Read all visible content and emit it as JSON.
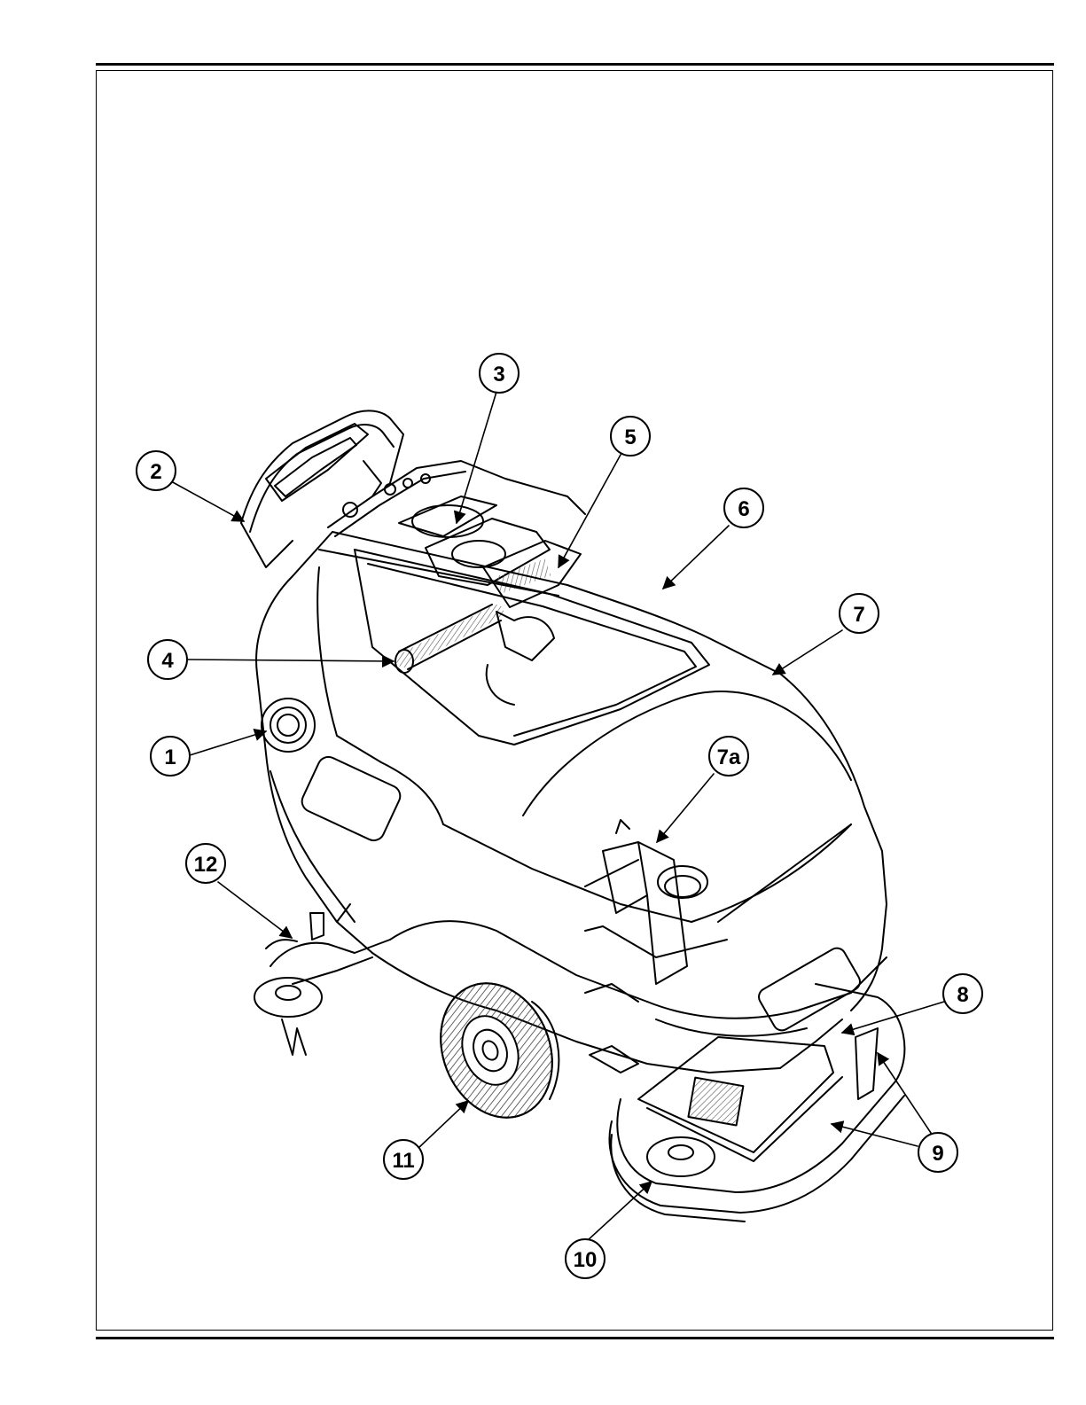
{
  "figure": {
    "subject": "walk-behind floor scrubber",
    "callouts": [
      {
        "id": "c1",
        "label": "1"
      },
      {
        "id": "c2",
        "label": "2"
      },
      {
        "id": "c3",
        "label": "3"
      },
      {
        "id": "c4",
        "label": "4"
      },
      {
        "id": "c5",
        "label": "5"
      },
      {
        "id": "c6",
        "label": "6"
      },
      {
        "id": "c7",
        "label": "7"
      },
      {
        "id": "c7a",
        "label": "7a"
      },
      {
        "id": "c8",
        "label": "8"
      },
      {
        "id": "c9",
        "label": "9"
      },
      {
        "id": "c10",
        "label": "10"
      },
      {
        "id": "c11",
        "label": "11"
      },
      {
        "id": "c12",
        "label": "12"
      }
    ]
  },
  "colors": {
    "line": "#000000",
    "background": "#ffffff",
    "hatch": "#555555"
  }
}
